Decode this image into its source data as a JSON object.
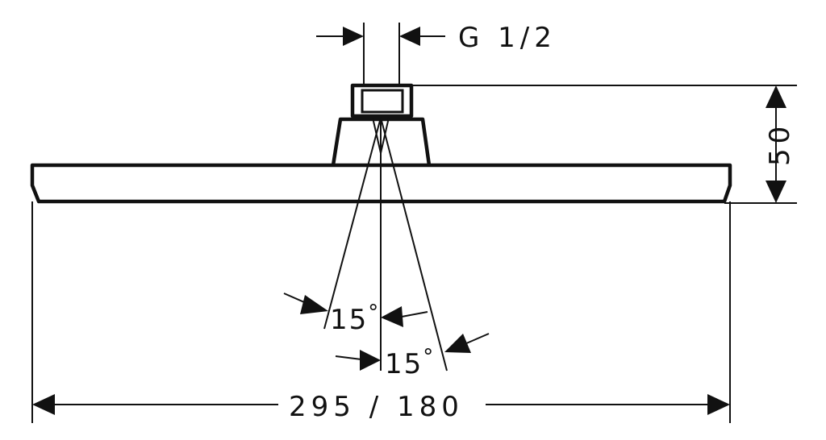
{
  "dimensions": {
    "thread": "G 1/2",
    "height": "50",
    "width": "295 / 180",
    "angle_left": "15",
    "angle_right": "15",
    "degree_symbol": "°"
  }
}
